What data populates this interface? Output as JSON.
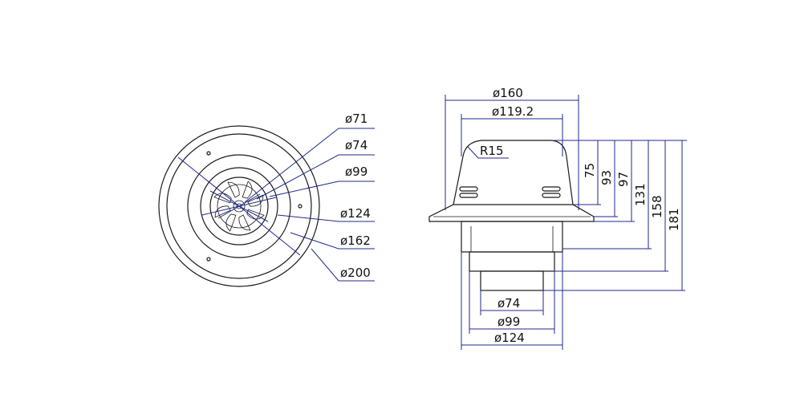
{
  "colors": {
    "line": "#1a1a1a",
    "dimension": "#1f2a8a",
    "fill": "#ffffff"
  },
  "plan_view": {
    "labels": [
      "ø71",
      "ø74",
      "ø99",
      "ø124",
      "ø162",
      "ø200"
    ]
  },
  "side_view": {
    "top_dims": {
      "outer": "ø160",
      "inner": "ø119.2"
    },
    "radius": "R15",
    "heights": [
      "75",
      "93",
      "97",
      "131",
      "158",
      "181"
    ],
    "bottom_dims": [
      "ø74",
      "ø99",
      "ø124"
    ]
  }
}
